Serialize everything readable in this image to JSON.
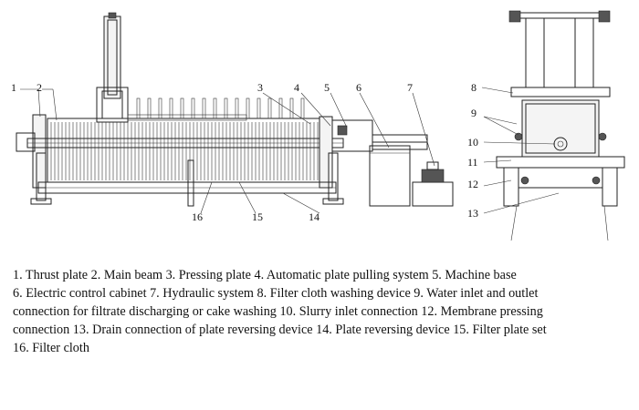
{
  "diagram": {
    "callouts": [
      "1",
      "2",
      "3",
      "4",
      "5",
      "6",
      "7",
      "8",
      "9",
      "10",
      "11",
      "12",
      "13",
      "14",
      "15",
      "16"
    ]
  },
  "caption": {
    "lines": [
      "1. Thrust plate 2. Main beam 3. Pressing plate 4. Automatic plate pulling system 5. Machine base",
      "6. Electric control cabinet 7. Hydraulic system 8. Filter cloth washing device 9. Water inlet and outlet",
      "connection for filtrate discharging or cake washing 10. Slurry inlet connection 12. Membrane pressing",
      "connection 13. Drain connection of plate reversing device 14. Plate reversing device 15. Filter plate set",
      "16. Filter cloth"
    ]
  }
}
